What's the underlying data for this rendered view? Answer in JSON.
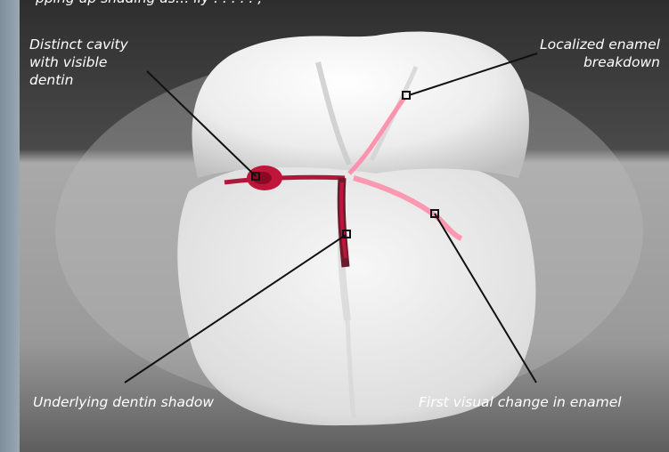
{
  "caption_top": "pping up shading as…                          lly . . . . .  ,",
  "labels": {
    "cavity": [
      "Distinct cavity",
      "with visible",
      "dentin"
    ],
    "enamel_breakdown": [
      "Localized enamel",
      "breakdown"
    ],
    "dentin_shadow": "Underlying dentin shadow",
    "first_change": "First visual change in enamel"
  },
  "colors": {
    "backdrop_dark": "#3c3c3c",
    "table_light": "#b8b8b8",
    "tooth": "#eeeeee",
    "caries_red": "#c0153a",
    "caries_pink": "#ff7fa0",
    "leader_line": "#111111"
  }
}
